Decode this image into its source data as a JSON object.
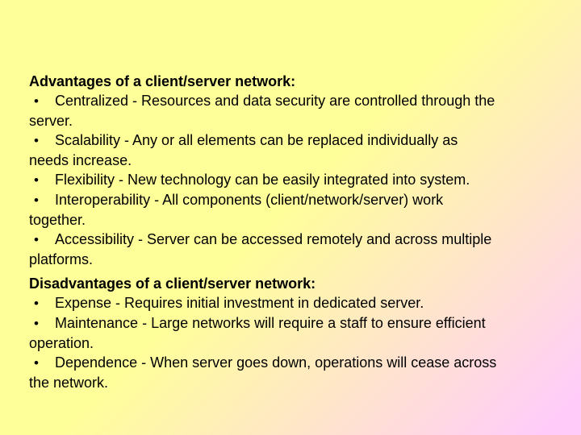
{
  "theme": {
    "bg_from": "#ffff99",
    "bg_to": "#ffccfa",
    "text": "#000000"
  },
  "content": {
    "bullet_char": "•",
    "sections": [
      {
        "heading": "Advantages of a client/server network:",
        "items": [
          {
            "lines": [
              "Centralized - Resources and data security are controlled through the",
              "server."
            ]
          },
          {
            "lines": [
              "Scalability - Any or all elements can be replaced individually as",
              "needs increase."
            ]
          },
          {
            "lines": [
              "Flexibility - New technology can be easily integrated into system."
            ]
          },
          {
            "lines": [
              "Interoperability - All components (client/network/server) work",
              "together."
            ]
          },
          {
            "lines": [
              "Accessibility - Server can be accessed remotely and across multiple",
              "platforms."
            ]
          }
        ]
      },
      {
        "heading": "Disadvantages of a client/server network:",
        "items": [
          {
            "lines": [
              "Expense - Requires initial investment in dedicated server."
            ]
          },
          {
            "lines": [
              "Maintenance - Large networks will require a staff to ensure efficient",
              "operation."
            ]
          },
          {
            "lines": [
              "Dependence - When server goes down, operations will cease across",
              "the network."
            ]
          }
        ]
      }
    ]
  }
}
